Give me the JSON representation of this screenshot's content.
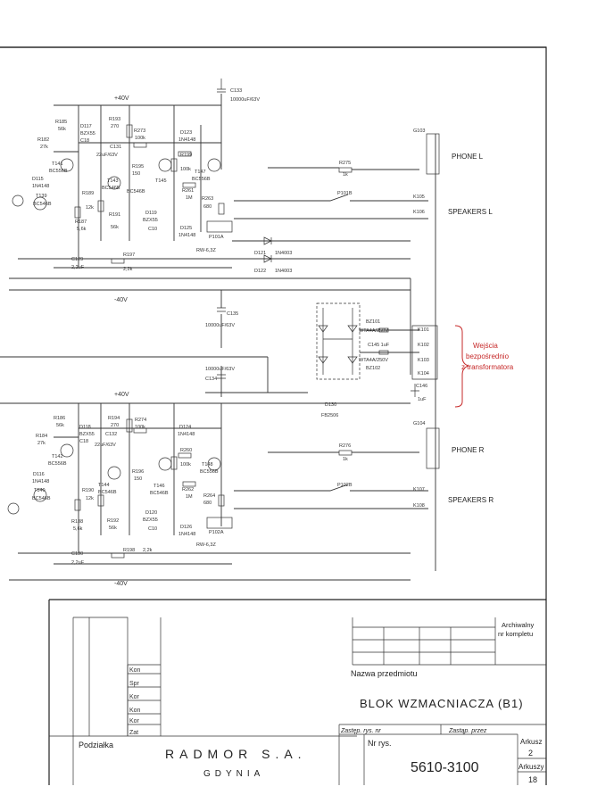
{
  "labels": {
    "plus40_top": "+40V",
    "minus40_top": "-40V",
    "plus40_bottom": "+40V",
    "minus40_bottom": "-40V",
    "c133": "C133",
    "c133_val": "10000uF/63V",
    "c135": "C135",
    "c135_val": "10000uF/63V",
    "c134": "C134",
    "c134_val": "10000uF/63V",
    "fb2506": "FB2506",
    "d130": "D130",
    "bz101": "BZ101",
    "bz102": "BZ102",
    "wta1": "WTA4A/250V",
    "wta2": "WTA4A/250V",
    "c145": "C145 1uF",
    "c146": "C146",
    "c146_val": "1uF",
    "d121": "D121",
    "d122": "D122",
    "d121_val": "1N4003",
    "d122_val": "1N4003",
    "rw1": "RW-6,3Z",
    "rw2": "RW-6,3Z",
    "p101a": "P101A",
    "p102a": "P102A",
    "p101b": "P101B",
    "p102b": "P102B"
  },
  "top_channel": {
    "components": [
      "R185",
      "56k",
      "D117",
      "BZX55",
      "C18",
      "R193",
      "270",
      "R273",
      "100k",
      "D123",
      "1N4148",
      "R182",
      "27k",
      "T141",
      "BC556B",
      "D115",
      "1N4148",
      "T139",
      "BC546B",
      "R189",
      "12k",
      "R187",
      "5,6k",
      "C131",
      "22uF/63V",
      "T143",
      "BC546B",
      "R191",
      "56k",
      "R195",
      "150",
      "T145",
      "R199",
      "100k",
      "T147",
      "BC556B",
      "R261",
      "1M",
      "R263",
      "680",
      "D119",
      "BZX55",
      "C10",
      "BC546B",
      "D125",
      "1N4148",
      "C129",
      "2,2uF",
      "R197",
      "2,2k",
      "R275",
      "1k"
    ]
  },
  "bottom_channel": {
    "components": [
      "R186",
      "56k",
      "D118",
      "BZX55",
      "C18",
      "R194",
      "270",
      "R274",
      "100k",
      "D124",
      "1N4148",
      "R184",
      "27k",
      "T142",
      "BC556B",
      "D116",
      "1N4148",
      "T140",
      "BC546B",
      "R190",
      "12k",
      "R188",
      "5,6k",
      "C132",
      "22uF/63V",
      "T144",
      "BC546B",
      "R192",
      "56k",
      "R196",
      "150",
      "T146",
      "BC546B",
      "R260",
      "100k",
      "T148",
      "BC556B",
      "R262",
      "1M",
      "R264",
      "680",
      "D120",
      "BZX55",
      "C10",
      "D126",
      "1N4148",
      "C130",
      "2,2uF",
      "R198",
      "2,2k",
      "R276",
      "1k"
    ]
  },
  "connectors": {
    "g103": "G103",
    "g104": "G104",
    "phone_l": "PHONE L",
    "phone_r": "PHONE R",
    "speakers_l": "SPEAKERS L",
    "speakers_r": "SPEAKERS R",
    "k105": "K105",
    "k106": "K106",
    "k101": "K101",
    "k102": "K102",
    "k103": "K103",
    "k104": "K104",
    "k107": "K107",
    "k108": "K108"
  },
  "annotation": {
    "line1": "Wejścia",
    "line2": "bezpośrednio",
    "line3": "z  transformatora"
  },
  "title_block": {
    "archive_label_1": "Archiwalny",
    "archive_label_2": "nr kompletu",
    "name_label": "Nazwa przedmiotu",
    "title": "BLOK WZMACNIACZA (B1)",
    "zastep_nr": "Zastęp. rys. nr",
    "zastep_przez": "Zastąp. przez",
    "nr_rys_label": "Nr rys.",
    "drawing_number": "5610-3100",
    "sheet_label": "Arkusz",
    "sheet_value": "2",
    "sheets_label": "Arkuszy",
    "sheets_value": "18",
    "scale_label": "Podziałka",
    "company": "RADMOR S.A.",
    "city": "GDYNIA",
    "rows": [
      "Kon",
      "Spr",
      "Kor",
      "Kon",
      "Kor",
      "Zat"
    ]
  }
}
